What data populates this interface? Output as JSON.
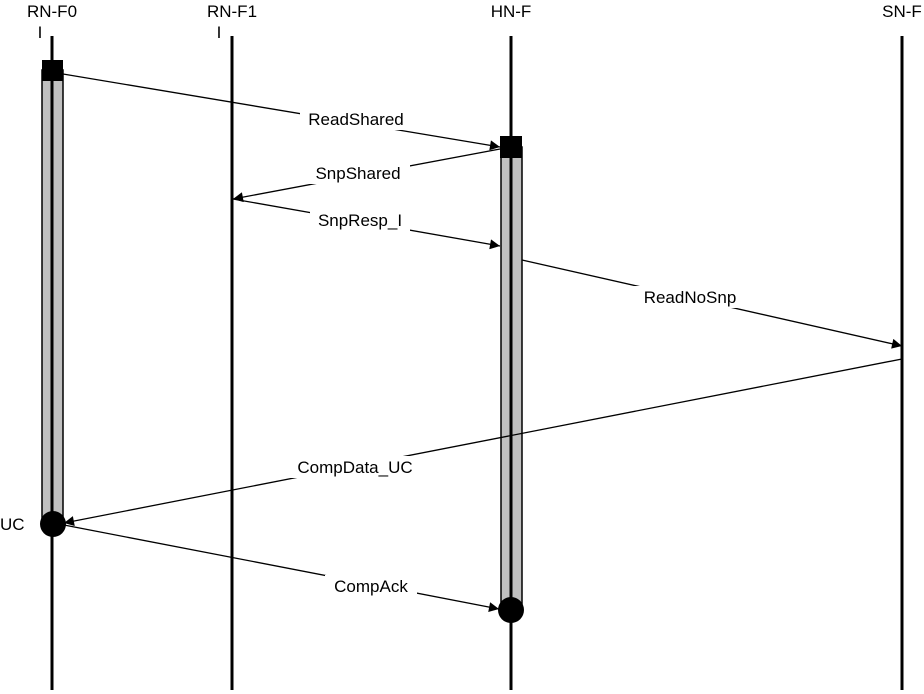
{
  "nodes": [
    {
      "id": "rnf0",
      "name": "RN-F0",
      "state": "I"
    },
    {
      "id": "rnf1",
      "name": "RN-F1",
      "state": "I"
    },
    {
      "id": "hnf",
      "name": "HN-F",
      "state": ""
    },
    {
      "id": "snf",
      "name": "SN-F",
      "state": ""
    }
  ],
  "final_states": {
    "rnf0": "UC"
  },
  "messages": [
    {
      "label": "ReadShared",
      "from": "rnf0",
      "to": "hnf"
    },
    {
      "label": "SnpShared",
      "from": "hnf",
      "to": "rnf1"
    },
    {
      "label": "SnpResp_I",
      "from": "rnf1",
      "to": "hnf"
    },
    {
      "label": "ReadNoSnp",
      "from": "hnf",
      "to": "snf"
    },
    {
      "label": "CompData_UC",
      "from": "snf",
      "to": "rnf0"
    },
    {
      "label": "CompAck",
      "from": "rnf0",
      "to": "hnf"
    }
  ],
  "colors": {
    "line": "#000000",
    "activation": "#c0c0c0",
    "background": "#ffffff"
  }
}
